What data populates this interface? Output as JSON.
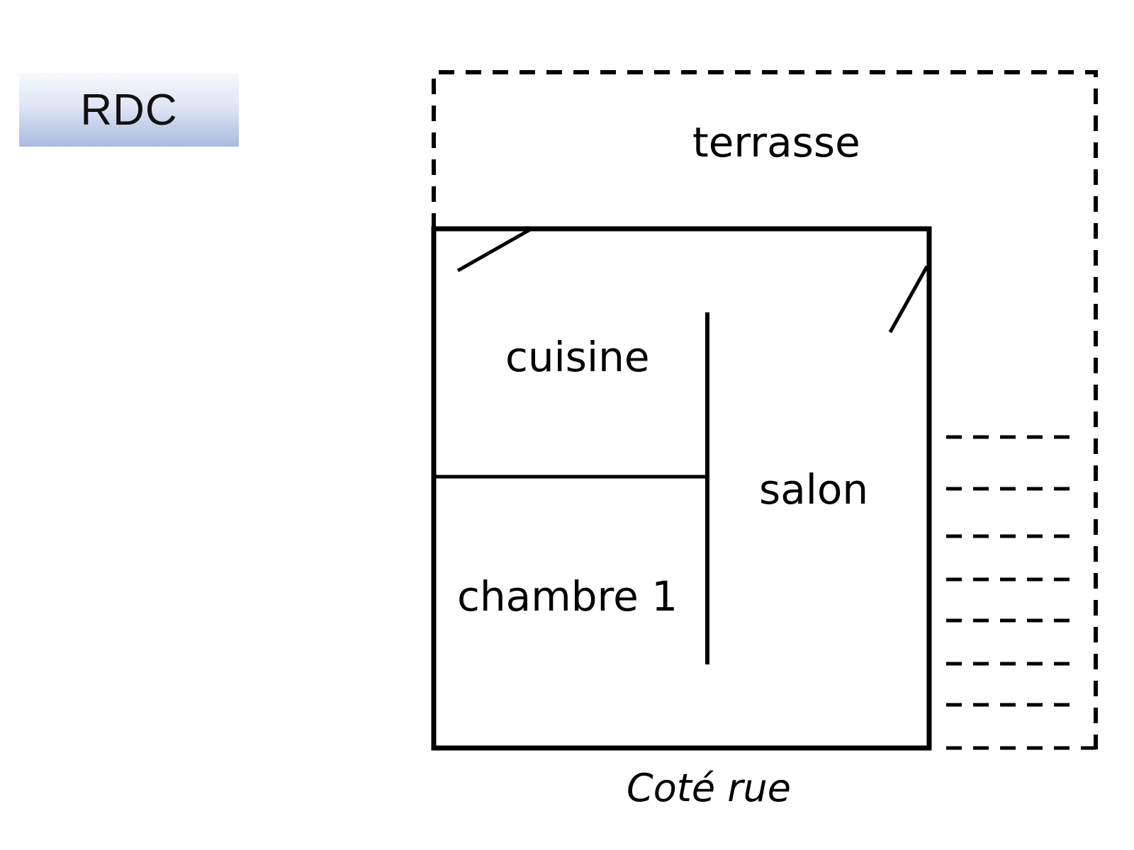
{
  "floor": {
    "label": "RDC"
  },
  "rooms": {
    "terrasse": "terrasse",
    "cuisine": "cuisine",
    "salon": "salon",
    "chambre": "chambre 1"
  },
  "street": {
    "label": "Coté rue"
  },
  "colors": {
    "line": "#000000",
    "badge_top": "#f6f8fc",
    "badge_bottom": "#a9badf"
  }
}
